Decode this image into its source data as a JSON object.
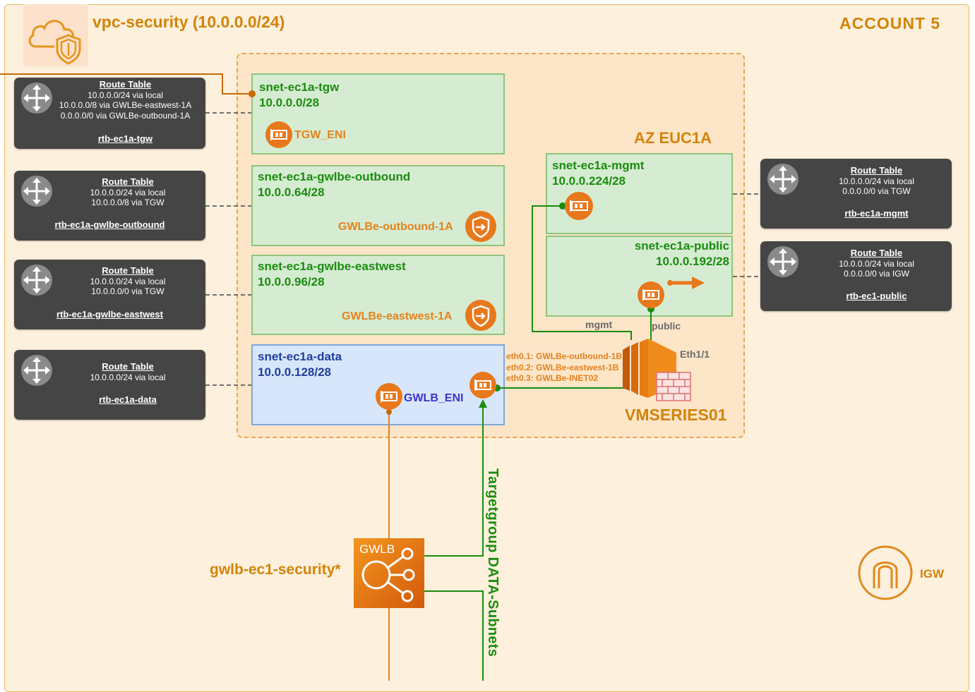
{
  "vpc": {
    "title": "vpc-security (10.0.0.0/24)",
    "account": "ACCOUNT  5",
    "icon": "vpc-cloud-shield-icon"
  },
  "az": {
    "label": "AZ EUC1A"
  },
  "subnets": [
    {
      "name": "snet-ec1a-tgw",
      "cidr": "10.0.0.0/28"
    },
    {
      "name": "snet-ec1a-gwlbe-outbound",
      "cidr": "10.0.0.64/28"
    },
    {
      "name": "snet-ec1a-gwlbe-eastwest",
      "cidr": "10.0.0.96/28"
    },
    {
      "name": "snet-ec1a-data",
      "cidr": "10.0.0.128/28"
    },
    {
      "name": "snet-ec1a-mgmt",
      "cidr": "10.0.0.224/28"
    },
    {
      "name": "snet-ec1a-public",
      "cidr": "10.0.0.192/28"
    }
  ],
  "route_tables": [
    {
      "title": "Route Table",
      "routes": [
        "10.0.0.0/24 via local",
        "10.0.0.0/8 via GWLBe-eastwest-1A",
        "0.0.0.0/0 via GWLBe-outbound-1A"
      ],
      "name": "rtb-ec1a-tgw"
    },
    {
      "title": "Route Table",
      "routes": [
        "10.0.0.0/24 via local",
        "10.0.0.0/8 via TGW"
      ],
      "name": "rtb-ec1a-gwlbe-outbound"
    },
    {
      "title": "Route Table",
      "routes": [
        "10.0.0.0/24 via local",
        "10.0.0.0/0 via TGW"
      ],
      "name": "rtb-ec1a-gwlbe-eastwest"
    },
    {
      "title": "Route Table",
      "routes": [
        "10.0.0.0/24 via local"
      ],
      "name": "rtb-ec1a-data"
    },
    {
      "title": "Route Table",
      "routes": [
        "10.0.0.0/24 via local",
        "0.0.0.0/0 via TGW"
      ],
      "name": "rtb-ec1a-mgmt"
    },
    {
      "title": "Route Table",
      "routes": [
        "10.0.0.0/24 via local",
        "0.0.0.0/0 via IGW"
      ],
      "name": "rtb-ec1-public"
    }
  ],
  "labels": {
    "tgw_eni": "TGW_ENI",
    "gwlbe_outbound": "GWLBe-outbound-1A",
    "gwlbe_eastwest": "GWLBe-eastwest-1A",
    "gwlb_eni": "GWLB_ENI",
    "mgmt": "mgmt",
    "public": "public",
    "eth11": "Eth1/1",
    "eth_subinterfaces": [
      "eth0.1: GWLBe-outbound-1B",
      "eth0.2: GWLBe-eastwest-1B",
      "eth0.3: GWLBe-INET02"
    ],
    "vmseries": "VMSERIES01",
    "gwlb_box": "GWLB",
    "gwlb_name": "gwlb-ec1-security*",
    "targetgroup": "Targetgroup DATA-Subnets",
    "igw": "IGW"
  },
  "colors": {
    "vpc_fill": "#fdf0dc",
    "az_fill": "#fde5c8",
    "subnet_green": "#d6ecd2",
    "subnet_blue": "#d8e6fb",
    "orange_accent": "#d2840a",
    "green_line": "#1a8c0e",
    "route_table_bg": "#454545"
  }
}
